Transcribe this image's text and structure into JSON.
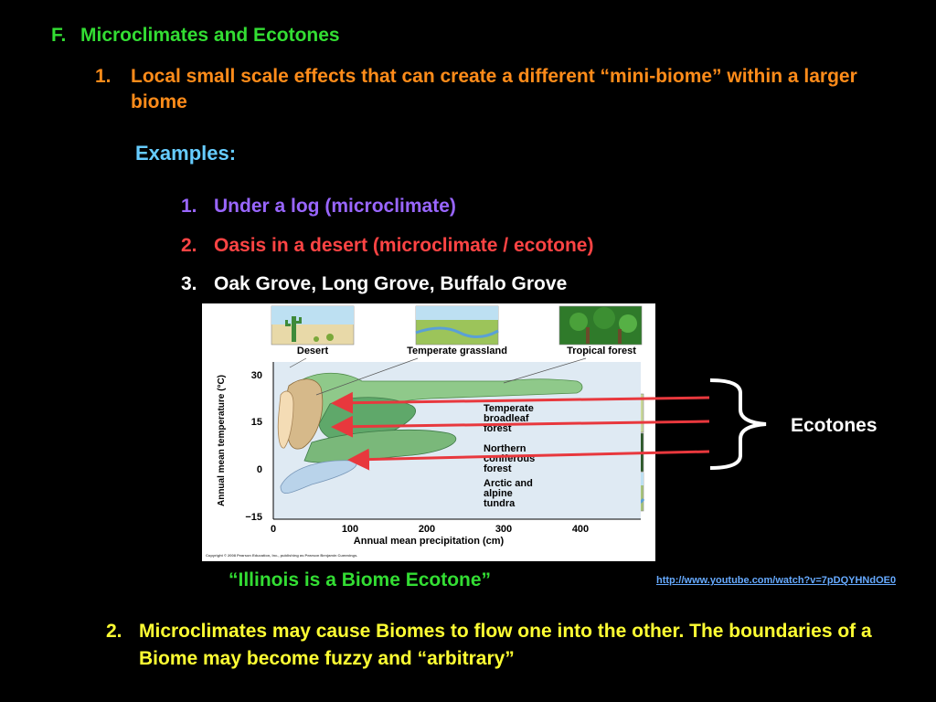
{
  "heading": {
    "label": "F.",
    "text": "Microclimates and Ecotones"
  },
  "point1": {
    "number": "1.",
    "text": "Local small scale effects that can create a different “mini-biome” within a larger biome"
  },
  "examples_label": "Examples:",
  "examples": [
    {
      "number": "1.",
      "text": "Under a log (microclimate)",
      "color": "#9966ff"
    },
    {
      "number": "2.",
      "text": "Oasis in a desert (microclimate / ecotone)",
      "color": "#ff4444"
    },
    {
      "number": "3.",
      "text": "Oak Grove, Long Grove, Buffalo Grove",
      "color": "#ffffff"
    }
  ],
  "diagram": {
    "biome_labels": {
      "desert": "Desert",
      "grassland": "Temperate grassland",
      "tropical": "Tropical forest",
      "broadleaf": "Temperate broadleaf forest",
      "coniferous": "Northern coniferous forest",
      "tundra": "Arctic and alpine tundra"
    },
    "broadleaf_lines": [
      "Temperate",
      "broadleaf",
      "forest"
    ],
    "coniferous_lines": [
      "Northern",
      "coniferous",
      "forest"
    ],
    "tundra_lines": [
      "Arctic and",
      "alpine",
      "tundra"
    ],
    "xlabel": "Annual mean precipitation (cm)",
    "ylabel": "Annual mean temperature (°C)",
    "xticks": [
      "0",
      "100",
      "200",
      "300",
      "400"
    ],
    "yticks": [
      "30",
      "15",
      "0",
      "−15"
    ],
    "copyright": "Copyright © 2008 Pearson Education, Inc., publishing as Pearson Benjamin Cummings."
  },
  "caption": "“Illinois is a Biome Ecotone”",
  "link": "http://www.youtube.com/watch?v=7pDQYHNdOE0",
  "ecotones_label": "Ecotones",
  "point2": {
    "number": "2.",
    "text": "Microclimates may cause Biomes to flow one into the other.  The boundaries of a Biome may become fuzzy and “arbitrary”"
  },
  "colors": {
    "heading": "#33dd33",
    "point1": "#ff8c1a",
    "examples_label": "#66ccff",
    "caption": "#33dd33",
    "point2": "#ffff33",
    "arrows": "#e8383d"
  }
}
